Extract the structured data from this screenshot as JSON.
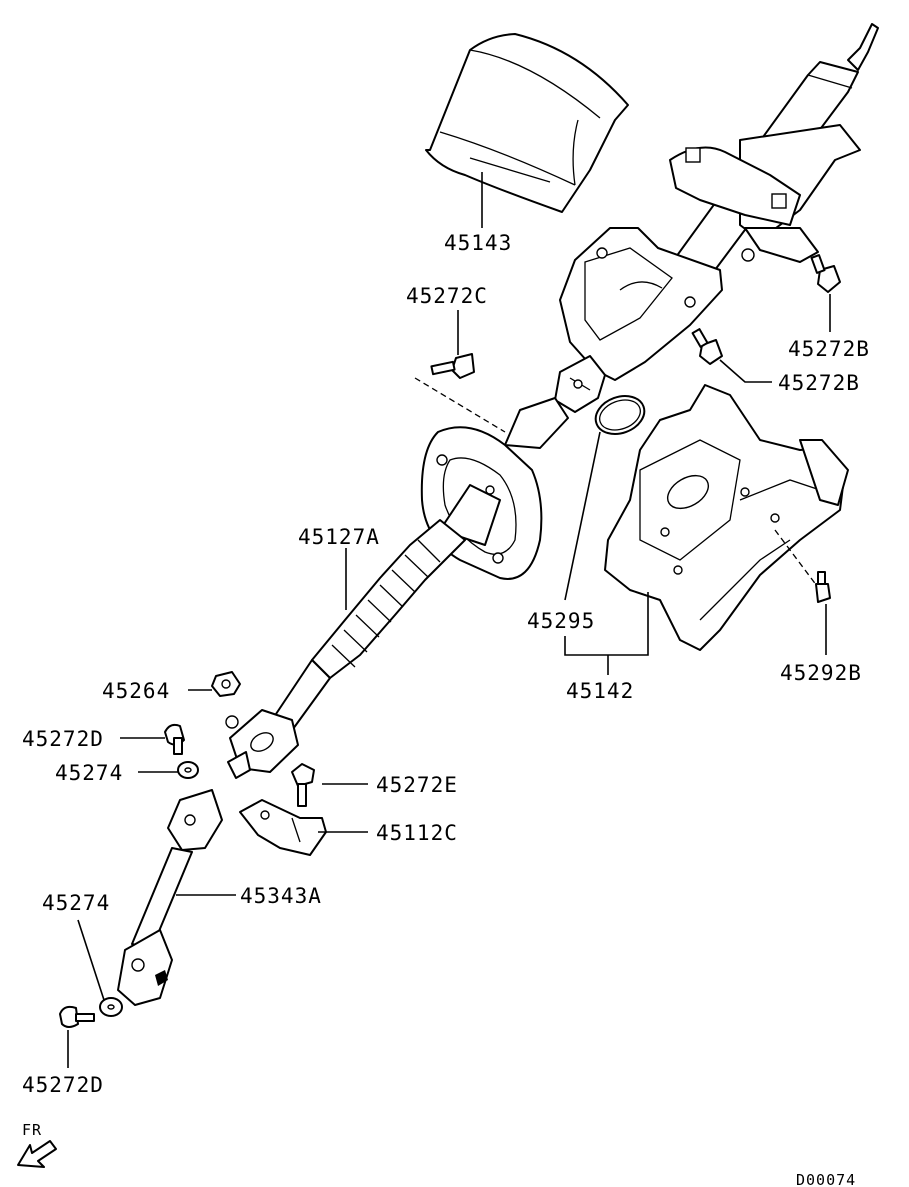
{
  "diagram": {
    "labels": {
      "p45143": "45143",
      "p45272C": "45272C",
      "p45272B_1": "45272B",
      "p45272B_2": "45272B",
      "p45127A": "45127A",
      "p45295": "45295",
      "p45142": "45142",
      "p45292B": "45292B",
      "p45264": "45264",
      "p45272D_1": "45272D",
      "p45274_1": "45274",
      "p45272E": "45272E",
      "p45112C": "45112C",
      "p45343A": "45343A",
      "p45274_2": "45274",
      "p45272D_2": "45272D"
    },
    "direction_label": "FR",
    "diagram_code": "D00074"
  }
}
